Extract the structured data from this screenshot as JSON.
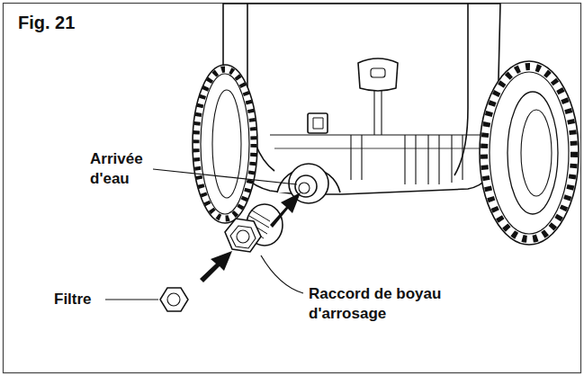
{
  "diagram": {
    "title": "Fig. 21",
    "labels": [
      "Arrivée d'eau",
      "Filtre",
      "Raccord de boyau d'arrosage"
    ]
  }
}
